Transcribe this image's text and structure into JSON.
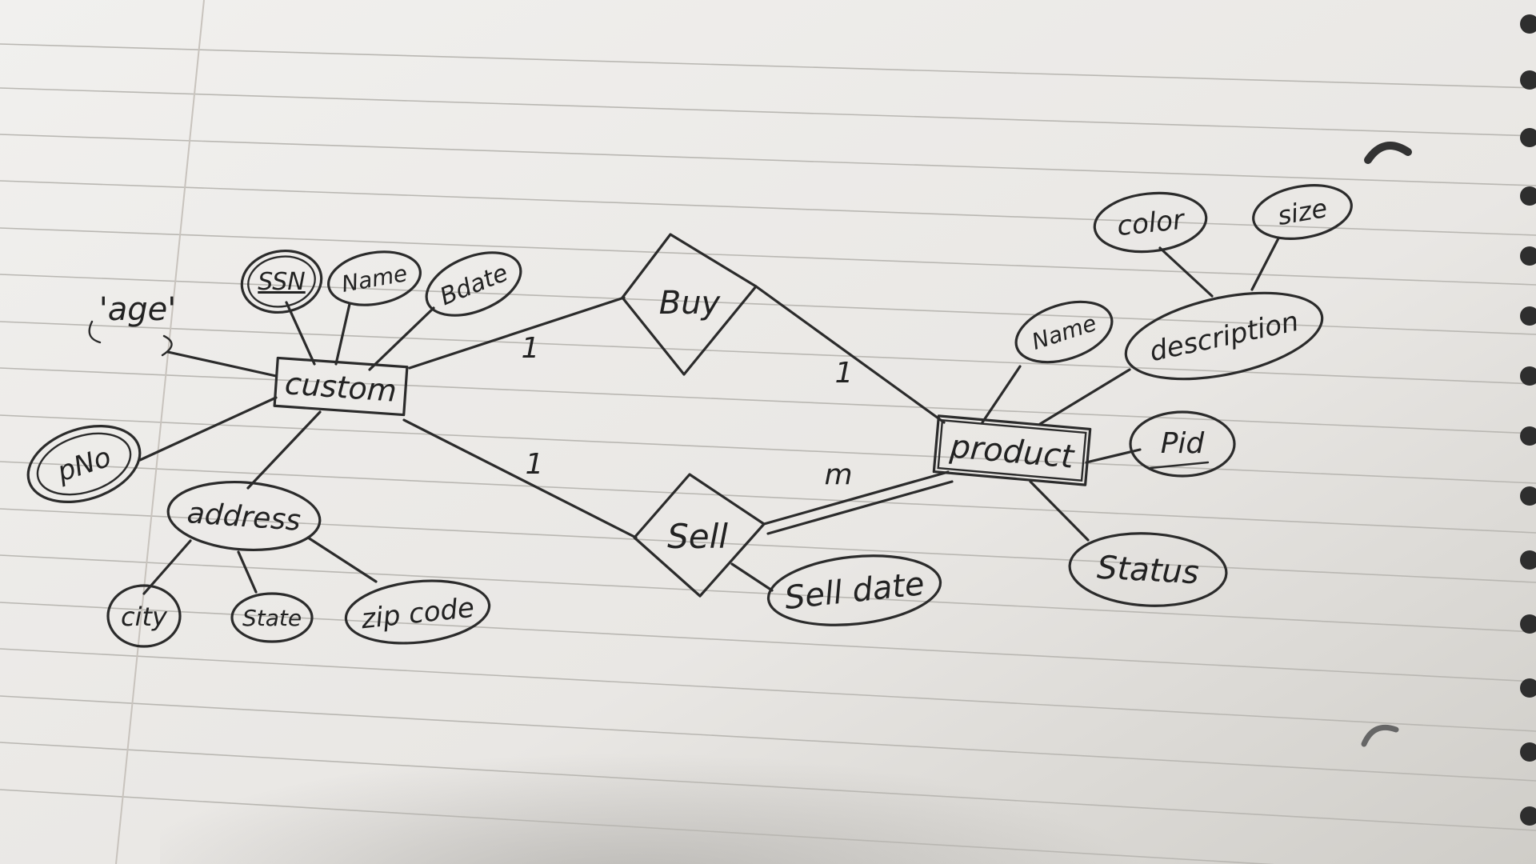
{
  "diagram": {
    "entities": {
      "customer": "custom",
      "product": "product"
    },
    "relationships": {
      "buy": "Buy",
      "sell": "Sell"
    },
    "attributes": {
      "age": "'age'",
      "ssn": "SSN",
      "name_customer": "Name",
      "bdate": "Bdate",
      "pno": "pNo",
      "address": "address",
      "city": "city",
      "state": "State",
      "zip_code": "zip code",
      "sell_date": "Sell date",
      "name_product": "Name",
      "description": "description",
      "color": "color",
      "size": "size",
      "pid": "Pid",
      "status": "Status"
    },
    "cardinalities": {
      "buy_customer": "1",
      "buy_product": "1",
      "sell_customer": "1",
      "sell_product": "m"
    }
  },
  "colors": {
    "paper": "#eeecea",
    "ink": "#2b2b2b",
    "rule": "#b9b7b2"
  }
}
